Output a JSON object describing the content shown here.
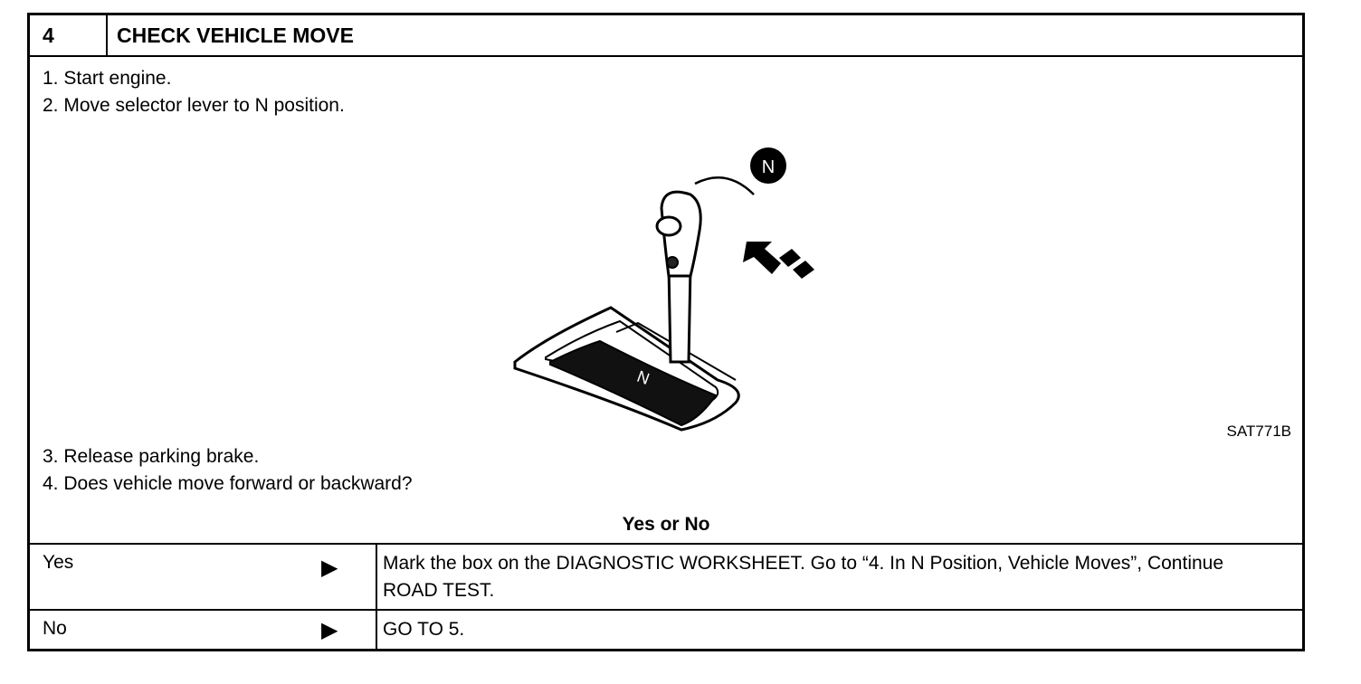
{
  "header": {
    "step_number": "4",
    "title": "CHECK VEHICLE MOVE"
  },
  "steps_before": [
    "1.  Start engine.",
    "2.  Move selector lever to N position."
  ],
  "figure": {
    "code": "SAT771B",
    "badge": "N",
    "gate_letter": "N"
  },
  "steps_after": [
    "3.  Release parking brake.",
    "4.  Does vehicle move forward or backward?"
  ],
  "question": "Yes or No",
  "answers": [
    {
      "label": "Yes",
      "arrow": "▶",
      "result": "Mark the box on the DIAGNOSTIC WORKSHEET. Go to “4. In N Position, Vehicle Moves”, Continue ROAD TEST."
    },
    {
      "label": "No",
      "arrow": "▶",
      "result": "GO TO 5."
    }
  ]
}
